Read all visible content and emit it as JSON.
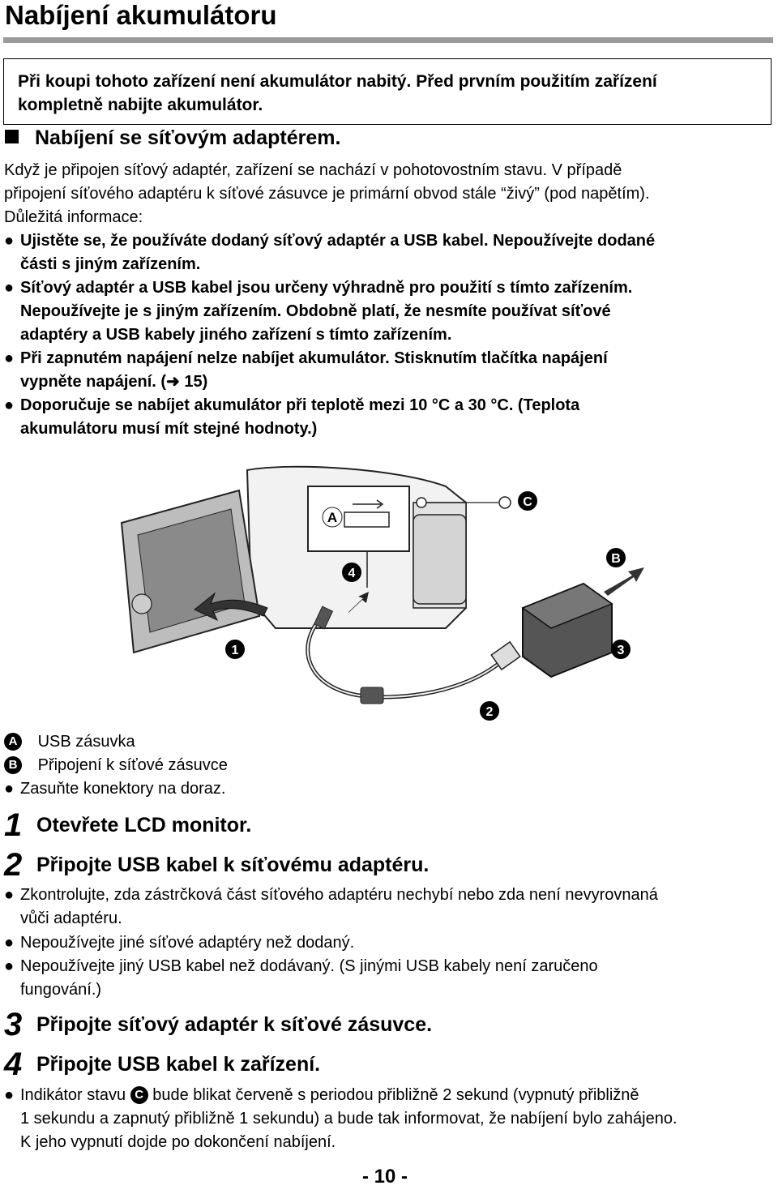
{
  "title": "Nabíjení akumulátoru",
  "note": [
    "Při koupi tohoto zařízení není akumulátor nabitý. Před prvním použitím zařízení",
    "kompletně nabijte akumulátor."
  ],
  "section_heading": "Nabíjení se síťovým adaptérem.",
  "intro": [
    "Když je připojen síťový adaptér, zařízení se nachází v pohotovostním stavu. V případě",
    "připojení síťového adaptéru k síťové zásuvce je primární obvod stále “živý” (pod napětím)."
  ],
  "important_label": "Důležitá informace:",
  "important_bullets": [
    [
      "Ujistěte se, že používáte dodaný síťový adaptér a USB kabel. Nepoužívejte dodané",
      "části s jiným zařízením."
    ],
    [
      "Síťový adaptér a USB kabel jsou určeny výhradně pro použití s tímto zařízením.",
      "Nepoužívejte je s jiným zařízením. Obdobně platí, že nesmíte používat síťové",
      "adaptéry a USB kabely jiného zařízení s tímto zařízením."
    ],
    [
      "Při zapnutém napájení nelze nabíjet akumulátor. Stisknutím tlačítka napájení",
      "vypněte napájení. (➜ 15)"
    ],
    [
      "Doporučuje se nabíjet akumulátor při teplotě mezi 10 °C a 30 °C. (Teplota",
      "akumulátoru musí mít stejné hodnoty.)"
    ]
  ],
  "figure": {
    "label_a": "A",
    "label_b": "B",
    "label_c": "C",
    "step1": "1",
    "step2": "2",
    "step3": "3",
    "step4": "4"
  },
  "legend": [
    {
      "marker": "A",
      "text": "USB zásuvka"
    },
    {
      "marker": "B",
      "text": "Připojení k síťové zásuvce"
    }
  ],
  "legend_bullet": "Zasuňte konektory na doraz.",
  "steps": [
    {
      "num": "1",
      "label": "Otevřete LCD monitor."
    },
    {
      "num": "2",
      "label": "Připojte USB kabel k síťovému adaptéru."
    },
    {
      "num": "3",
      "label": "Připojte síťový adaptér k síťové zásuvce."
    },
    {
      "num": "4",
      "label": "Připojte USB kabel k zařízení."
    }
  ],
  "step2_bullets": [
    [
      "Zkontrolujte, zda zástrčková část síťového adaptéru nechybí nebo zda není nevyrovnaná",
      "vůči adaptéru."
    ],
    [
      "Nepoužívejte jiné síťové adaptéry než dodaný."
    ],
    [
      "Nepoužívejte jiný USB kabel než dodávaný. (S jinými USB kabely není zaručeno",
      "fungování.)"
    ]
  ],
  "step4_bullet": {
    "before": "Indikátor stavu",
    "marker": "C",
    "after": "bude blikat červeně s periodou přibližně 2 sekund (vypnutý přibližně",
    "lines": [
      "1 sekundu a zapnutý přibližně 1 sekundu) a bude tak informovat, že nabíjení bylo zahájeno.",
      "K jeho vypnutí dojde po dokončení nabíjení."
    ]
  },
  "page_number": "- 10 -"
}
